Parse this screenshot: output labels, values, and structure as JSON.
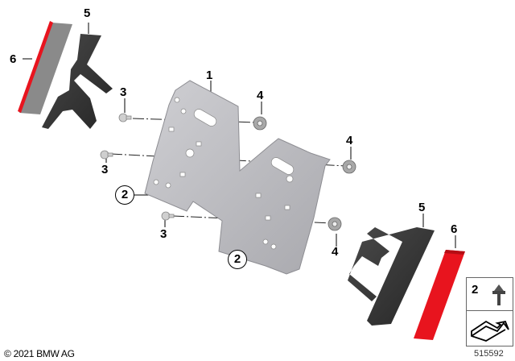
{
  "diagram": {
    "type": "exploded-parts-diagram",
    "callouts": [
      {
        "id": "c6a",
        "label": "6",
        "part": "reflector-red"
      },
      {
        "id": "c5a",
        "label": "5",
        "part": "reflector-holder"
      },
      {
        "id": "c3a",
        "label": "3",
        "part": "screw"
      },
      {
        "id": "c1",
        "label": "1",
        "part": "license-plate-bracket"
      },
      {
        "id": "c4a",
        "label": "4",
        "part": "nut"
      },
      {
        "id": "c4b",
        "label": "4",
        "part": "nut"
      },
      {
        "id": "c3b",
        "label": "3",
        "part": "screw"
      },
      {
        "id": "c2a",
        "label": "2",
        "part": "rivet"
      },
      {
        "id": "c3c",
        "label": "3",
        "part": "screw"
      },
      {
        "id": "c4c",
        "label": "4",
        "part": "nut"
      },
      {
        "id": "c2b",
        "label": "2",
        "part": "rivet"
      },
      {
        "id": "c5b",
        "label": "5",
        "part": "reflector-holder"
      },
      {
        "id": "c6b",
        "label": "6",
        "part": "reflector-red"
      }
    ],
    "legend": {
      "number": "2",
      "symbol": "rivet-icon",
      "note": "arrow-symbol"
    },
    "copyright": "© 2021 BMW AG",
    "document_number": "515592",
    "colors": {
      "reflector": "#e8141e",
      "holder": "#3a3a3a",
      "bracket": "#b8b8bc",
      "hardware": "#9a9a9a"
    }
  }
}
